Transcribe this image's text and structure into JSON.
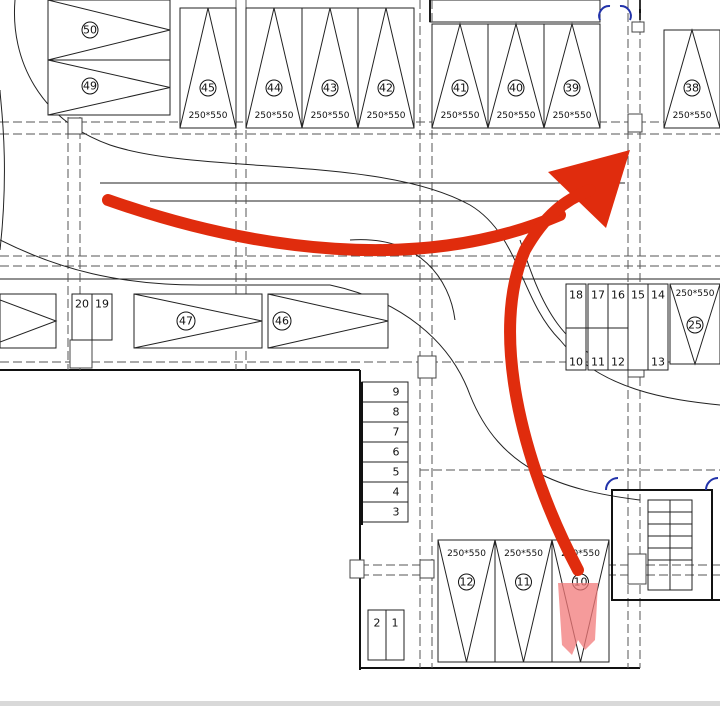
{
  "colors": {
    "arrow": "#e02c0d",
    "highlight": "#f27a7a",
    "line": "#111111",
    "door": "#2233aa"
  },
  "top_row_spots": [
    {
      "num": "45",
      "size": "250*550"
    },
    {
      "num": "44",
      "size": "250*550"
    },
    {
      "num": "43",
      "size": "250*550"
    },
    {
      "num": "42",
      "size": "250*550"
    },
    {
      "num": "41",
      "size": "250*550"
    },
    {
      "num": "40",
      "size": "250*550"
    },
    {
      "num": "39",
      "size": "250*550"
    },
    {
      "num": "38",
      "size": "250*550"
    }
  ],
  "left_spots": [
    {
      "num": "50"
    },
    {
      "num": "49"
    }
  ],
  "middle_spots": [
    {
      "num": "47"
    },
    {
      "num": "46"
    }
  ],
  "middle_small": [
    "20",
    "19"
  ],
  "right_block_top": [
    "18",
    "17",
    "16",
    "15",
    "14"
  ],
  "right_block_bottom": [
    "10",
    "11",
    "12",
    "13"
  ],
  "right_spot": {
    "num": "25",
    "size": "250*550"
  },
  "bottom_spots": [
    {
      "num": "12",
      "size": "250*550"
    },
    {
      "num": "11",
      "size": "250*550"
    },
    {
      "num": "10",
      "size": "250*550"
    }
  ],
  "stack_spots": [
    "9",
    "8",
    "7",
    "6",
    "5",
    "4",
    "3"
  ],
  "corner_spots": [
    "2",
    "1"
  ]
}
